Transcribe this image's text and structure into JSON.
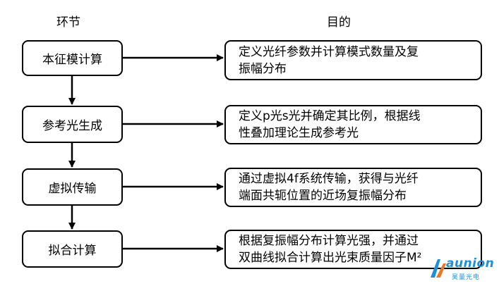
{
  "headers": {
    "left": "环节",
    "right": "目的"
  },
  "steps": [
    {
      "label": "本征模计算",
      "purpose_lines": [
        "定义光纤参数并计算模式数量及复",
        "振幅分布"
      ]
    },
    {
      "label": "参考光生成",
      "purpose_lines": [
        "定义p光s光并确定其比例，根据线",
        "性叠加理论生成参考光"
      ]
    },
    {
      "label": "虚拟传输",
      "purpose_lines": [
        "通过虚拟4f系统传输，获得与光纤",
        "端面共轭位置的近场复振幅分布"
      ]
    },
    {
      "label": "拟合计算",
      "purpose_lines": [
        "根据复振幅分布计算光强，并通过",
        "双曲线拟合计算出光束质量因子M²"
      ]
    }
  ],
  "watermark": {
    "word": "aunion",
    "sub": "昊量光电",
    "color": "#1d8fd8"
  }
}
